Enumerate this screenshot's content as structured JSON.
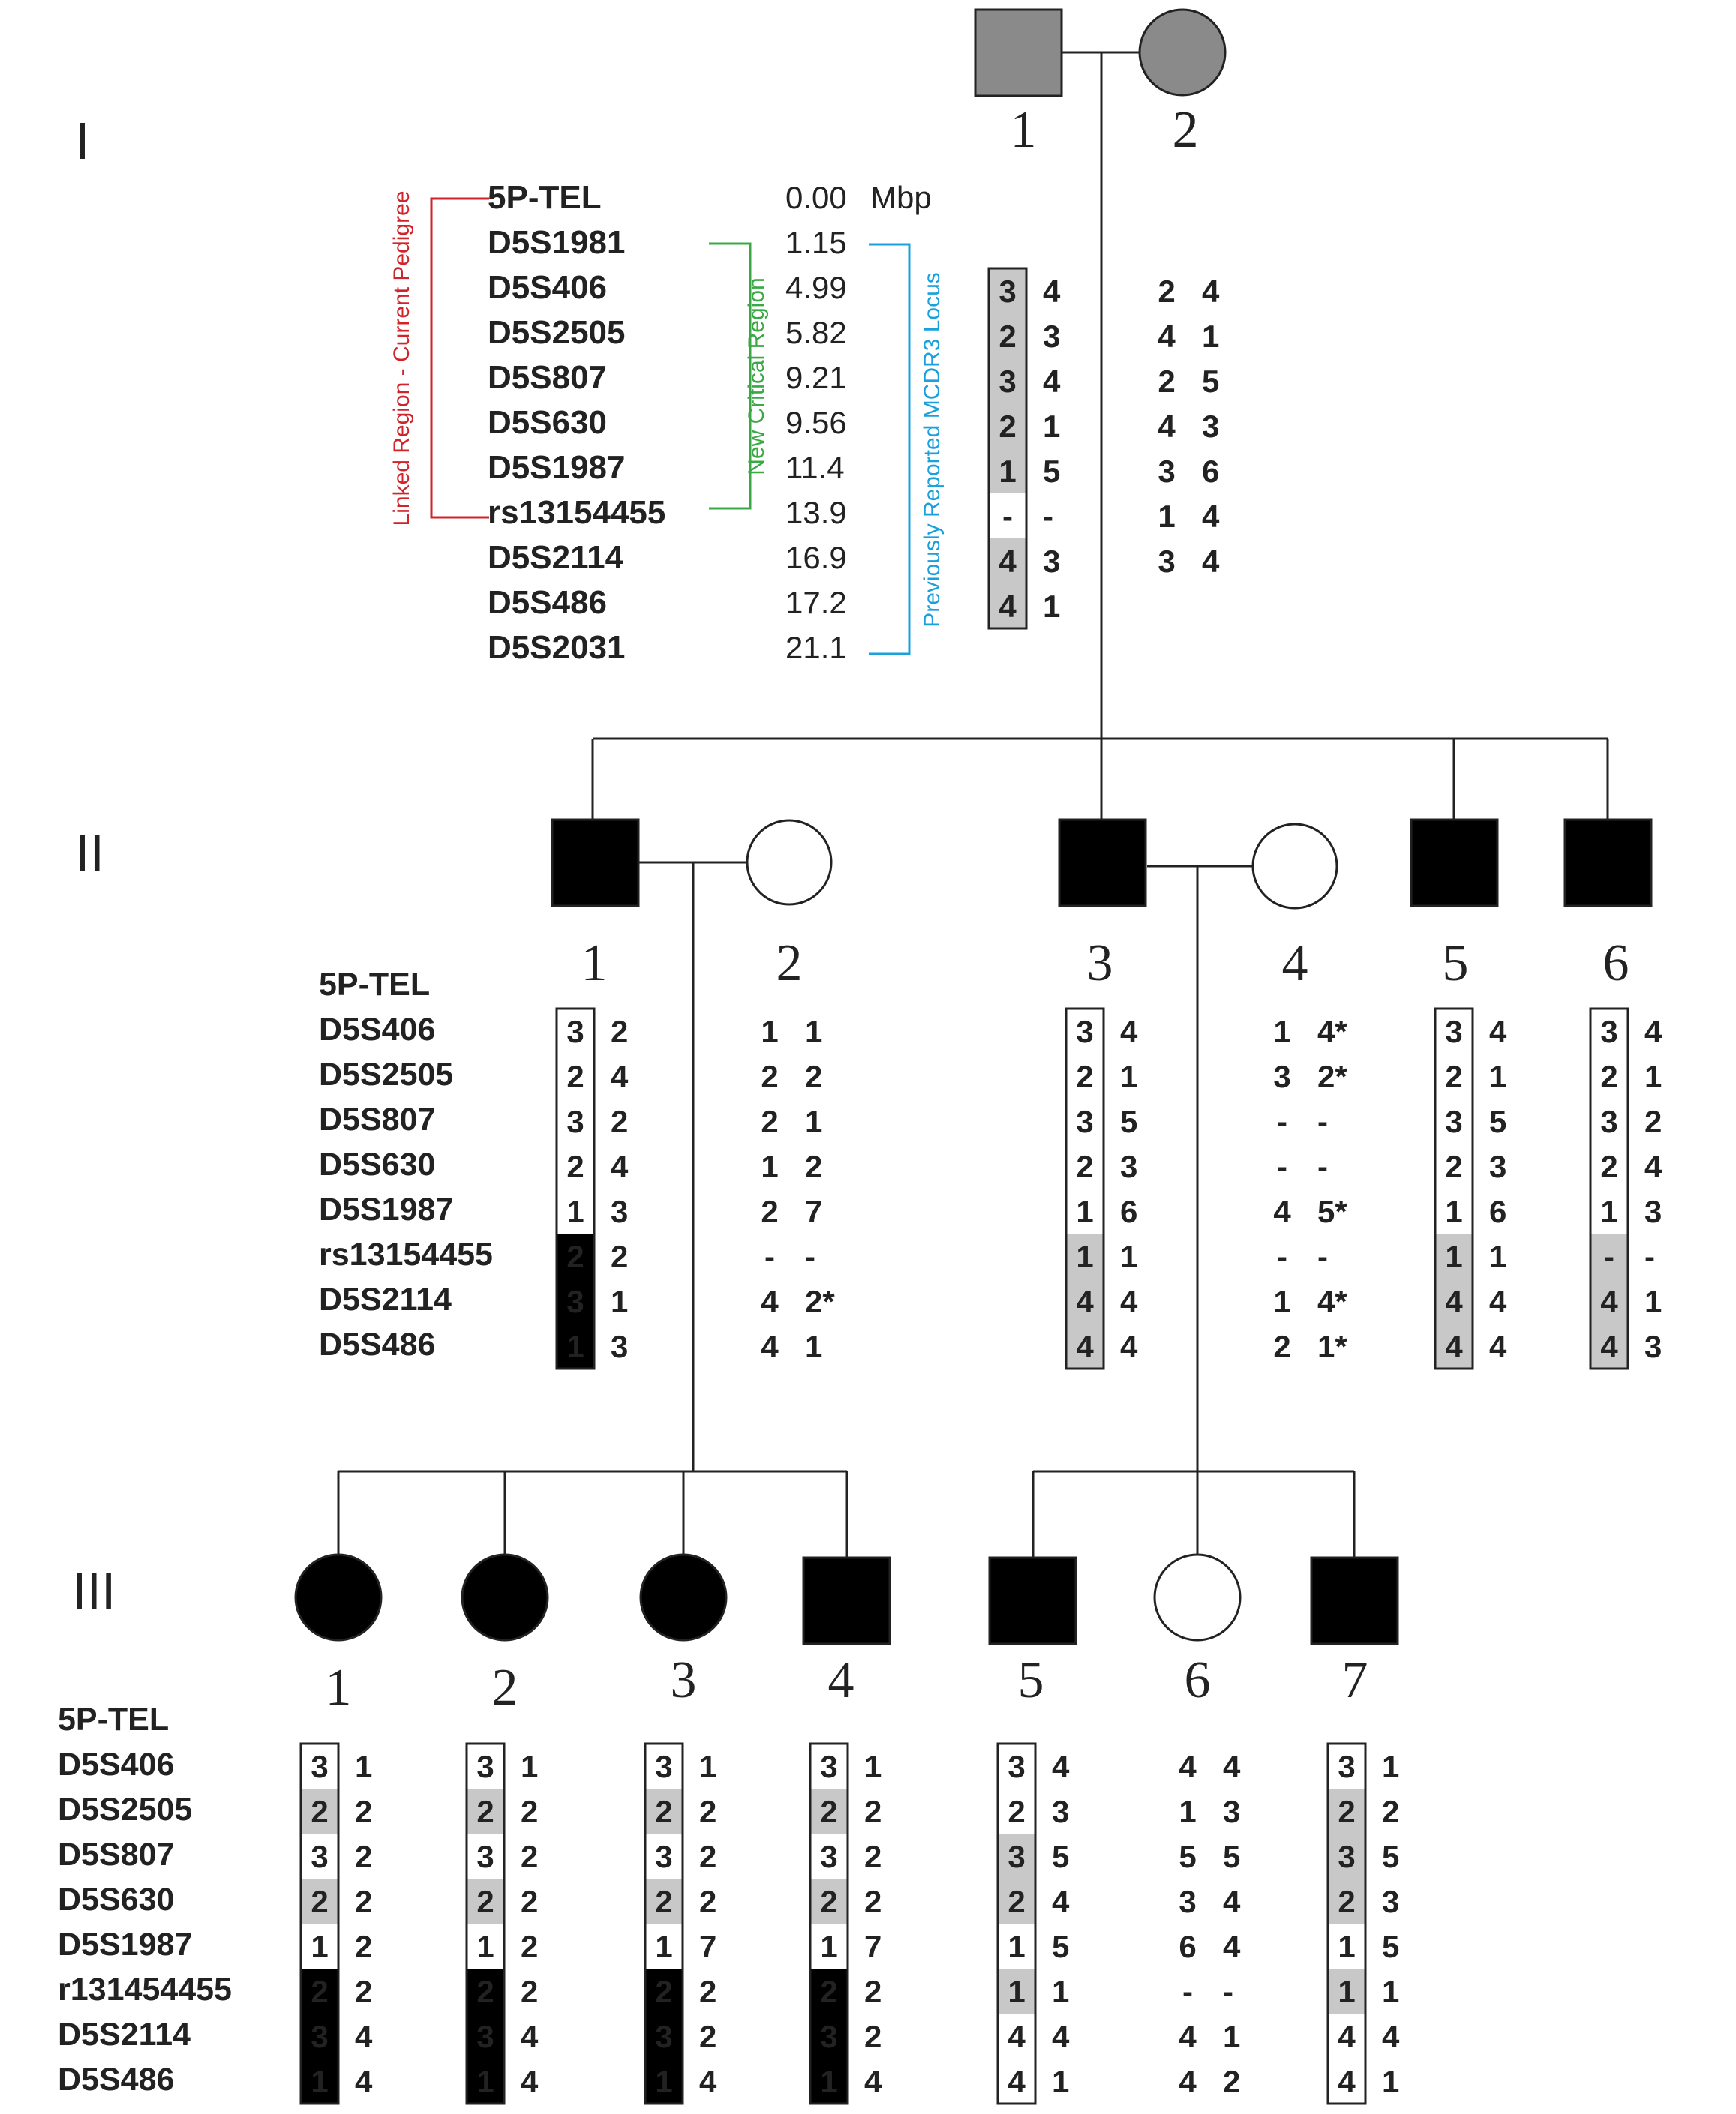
{
  "generations": [
    "I",
    "II",
    "III"
  ],
  "colors": {
    "line": "#222222",
    "founder_fill": "#8a8a8a",
    "affected_fill": "#000000",
    "unaffected_fill": "#ffffff",
    "red": "#d1232a",
    "green": "#39a845",
    "blue": "#1aa0dc",
    "shade_gray": "#c8c8c8"
  },
  "map": {
    "unit": "Mbp",
    "rows": [
      {
        "marker": "5P-TEL",
        "pos": "0.00",
        "color": "red"
      },
      {
        "marker": "D5S1981",
        "pos": "1.15",
        "color": "blue"
      },
      {
        "marker": "D5S406",
        "pos": "4.99",
        "color": "black"
      },
      {
        "marker": "D5S2505",
        "pos": "5.82",
        "color": "black"
      },
      {
        "marker": "D5S807",
        "pos": "9.21",
        "color": "black"
      },
      {
        "marker": "D5S630",
        "pos": "9.56",
        "color": "black"
      },
      {
        "marker": "D5S1987",
        "pos": "11.4",
        "color": "black"
      },
      {
        "marker": "rs13154455",
        "pos": "13.9",
        "color": "red"
      },
      {
        "marker": "D5S2114",
        "pos": "16.9",
        "color": "black"
      },
      {
        "marker": "D5S486",
        "pos": "17.2",
        "color": "black"
      },
      {
        "marker": "D5S2031",
        "pos": "21.1",
        "color": "blue"
      }
    ],
    "linked_label": "Linked Region - Current Pedigree",
    "critical_label": "New Critical Region",
    "mcdr3_label": "Previously Reported MCDR3 Locus"
  },
  "gen1": {
    "individuals": [
      {
        "id": "1",
        "sex": "male",
        "status": "founder",
        "alleles": [
          [
            "3",
            "4"
          ],
          [
            "2",
            "3"
          ],
          [
            "3",
            "4"
          ],
          [
            "2",
            "1"
          ],
          [
            "1",
            "5"
          ],
          [
            "-",
            "-"
          ],
          [
            "4",
            "3"
          ],
          [
            "4",
            "1"
          ]
        ],
        "shade": [
          "gray",
          "gray",
          "gray",
          "gray",
          "gray",
          "white",
          "gray",
          "gray"
        ]
      },
      {
        "id": "2",
        "sex": "female",
        "status": "founder",
        "alleles": [
          [
            "2",
            "4"
          ],
          [
            "4",
            "1"
          ],
          [
            "2",
            "5"
          ],
          [
            "4",
            "3"
          ],
          [
            "3",
            "6"
          ],
          [
            "1",
            "4"
          ],
          [
            "3",
            "4"
          ]
        ],
        "shade": []
      }
    ]
  },
  "gen2": {
    "markers": [
      "5P-TEL",
      "D5S406",
      "D5S2505",
      "D5S807",
      "D5S630",
      "D5S1987",
      "rs13154455",
      "D5S2114",
      "D5S486"
    ],
    "individuals": [
      {
        "id": "1",
        "sex": "male",
        "status": "affected",
        "alleles": [
          [
            "3",
            "2"
          ],
          [
            "2",
            "4"
          ],
          [
            "3",
            "2"
          ],
          [
            "2",
            "4"
          ],
          [
            "1",
            "3"
          ],
          [
            "2",
            "2"
          ],
          [
            "3",
            "1"
          ],
          [
            "1",
            "3"
          ]
        ],
        "shade": [
          "white",
          "white",
          "white",
          "white",
          "white",
          "black",
          "black",
          "black"
        ]
      },
      {
        "id": "2",
        "sex": "female",
        "status": "unaffected",
        "alleles": [
          [
            "1",
            "1"
          ],
          [
            "2",
            "2"
          ],
          [
            "2",
            "1"
          ],
          [
            "1",
            "2"
          ],
          [
            "2",
            "7"
          ],
          [
            "-",
            "-"
          ],
          [
            "4",
            "2*"
          ],
          [
            "4",
            "1"
          ]
        ],
        "shade": []
      },
      {
        "id": "3",
        "sex": "male",
        "status": "affected",
        "alleles": [
          [
            "3",
            "4"
          ],
          [
            "2",
            "1"
          ],
          [
            "3",
            "5"
          ],
          [
            "2",
            "3"
          ],
          [
            "1",
            "6"
          ],
          [
            "1",
            "1"
          ],
          [
            "4",
            "4"
          ],
          [
            "4",
            "4"
          ]
        ],
        "shade": [
          "white",
          "white",
          "white",
          "white",
          "white",
          "gray",
          "gray",
          "gray"
        ]
      },
      {
        "id": "4",
        "sex": "female",
        "status": "unaffected",
        "alleles": [
          [
            "1",
            "4*"
          ],
          [
            "3",
            "2*"
          ],
          [
            "-",
            "-"
          ],
          [
            "-",
            "-"
          ],
          [
            "4",
            "5*"
          ],
          [
            "-",
            "-"
          ],
          [
            "1",
            "4*"
          ],
          [
            "2",
            "1*"
          ]
        ],
        "shade": []
      },
      {
        "id": "5",
        "sex": "male",
        "status": "affected",
        "alleles": [
          [
            "3",
            "4"
          ],
          [
            "2",
            "1"
          ],
          [
            "3",
            "5"
          ],
          [
            "2",
            "3"
          ],
          [
            "1",
            "6"
          ],
          [
            "1",
            "1"
          ],
          [
            "4",
            "4"
          ],
          [
            "4",
            "4"
          ]
        ],
        "shade": [
          "white",
          "white",
          "white",
          "white",
          "white",
          "gray",
          "gray",
          "gray"
        ]
      },
      {
        "id": "6",
        "sex": "male",
        "status": "affected",
        "alleles": [
          [
            "3",
            "4"
          ],
          [
            "2",
            "1"
          ],
          [
            "3",
            "2"
          ],
          [
            "2",
            "4"
          ],
          [
            "1",
            "3"
          ],
          [
            "-",
            "-"
          ],
          [
            "4",
            "1"
          ],
          [
            "4",
            "3"
          ]
        ],
        "shade": [
          "white",
          "white",
          "white",
          "white",
          "white",
          "gray",
          "gray",
          "gray"
        ]
      }
    ]
  },
  "gen3": {
    "markers": [
      "5P-TEL",
      "D5S406",
      "D5S2505",
      "D5S807",
      "D5S630",
      "D5S1987",
      "r131454455",
      "D5S2114",
      "D5S486"
    ],
    "individuals": [
      {
        "id": "1",
        "sex": "female",
        "status": "affected",
        "alleles": [
          [
            "3",
            "1"
          ],
          [
            "2",
            "2"
          ],
          [
            "3",
            "2"
          ],
          [
            "2",
            "2"
          ],
          [
            "1",
            "2"
          ],
          [
            "2",
            "2"
          ],
          [
            "3",
            "4"
          ],
          [
            "1",
            "4"
          ]
        ],
        "shade": [
          "white",
          "gray",
          "white",
          "gray",
          "white",
          "black",
          "black",
          "black"
        ]
      },
      {
        "id": "2",
        "sex": "female",
        "status": "affected",
        "alleles": [
          [
            "3",
            "1"
          ],
          [
            "2",
            "2"
          ],
          [
            "3",
            "2"
          ],
          [
            "2",
            "2"
          ],
          [
            "1",
            "2"
          ],
          [
            "2",
            "2"
          ],
          [
            "3",
            "4"
          ],
          [
            "1",
            "4"
          ]
        ],
        "shade": [
          "white",
          "gray",
          "white",
          "gray",
          "white",
          "black",
          "black",
          "black"
        ]
      },
      {
        "id": "3",
        "sex": "female",
        "status": "affected",
        "alleles": [
          [
            "3",
            "1"
          ],
          [
            "2",
            "2"
          ],
          [
            "3",
            "2"
          ],
          [
            "2",
            "2"
          ],
          [
            "1",
            "7"
          ],
          [
            "2",
            "2"
          ],
          [
            "3",
            "2"
          ],
          [
            "1",
            "4"
          ]
        ],
        "shade": [
          "white",
          "gray",
          "white",
          "gray",
          "white",
          "black",
          "black",
          "black"
        ]
      },
      {
        "id": "4",
        "sex": "male",
        "status": "affected",
        "alleles": [
          [
            "3",
            "1"
          ],
          [
            "2",
            "2"
          ],
          [
            "3",
            "2"
          ],
          [
            "2",
            "2"
          ],
          [
            "1",
            "7"
          ],
          [
            "2",
            "2"
          ],
          [
            "3",
            "2"
          ],
          [
            "1",
            "4"
          ]
        ],
        "shade": [
          "white",
          "gray",
          "white",
          "gray",
          "white",
          "black",
          "black",
          "black"
        ]
      },
      {
        "id": "5",
        "sex": "male",
        "status": "affected",
        "alleles": [
          [
            "3",
            "4"
          ],
          [
            "2",
            "3"
          ],
          [
            "3",
            "5"
          ],
          [
            "2",
            "4"
          ],
          [
            "1",
            "5"
          ],
          [
            "1",
            "1"
          ],
          [
            "4",
            "4"
          ],
          [
            "4",
            "1"
          ]
        ],
        "shade": [
          "white",
          "white",
          "gray",
          "gray",
          "white",
          "gray",
          "white",
          "white"
        ]
      },
      {
        "id": "6",
        "sex": "female",
        "status": "unaffected",
        "alleles": [
          [
            "4",
            "4"
          ],
          [
            "1",
            "3"
          ],
          [
            "5",
            "5"
          ],
          [
            "3",
            "4"
          ],
          [
            "6",
            "4"
          ],
          [
            "-",
            "-"
          ],
          [
            "4",
            "1"
          ],
          [
            "4",
            "2"
          ]
        ],
        "shade": []
      },
      {
        "id": "7",
        "sex": "male",
        "status": "affected",
        "alleles": [
          [
            "3",
            "1"
          ],
          [
            "2",
            "2"
          ],
          [
            "3",
            "5"
          ],
          [
            "2",
            "3"
          ],
          [
            "1",
            "5"
          ],
          [
            "1",
            "1"
          ],
          [
            "4",
            "4"
          ],
          [
            "4",
            "1"
          ]
        ],
        "shade": [
          "white",
          "gray",
          "gray",
          "gray",
          "white",
          "gray",
          "white",
          "white"
        ]
      }
    ]
  }
}
